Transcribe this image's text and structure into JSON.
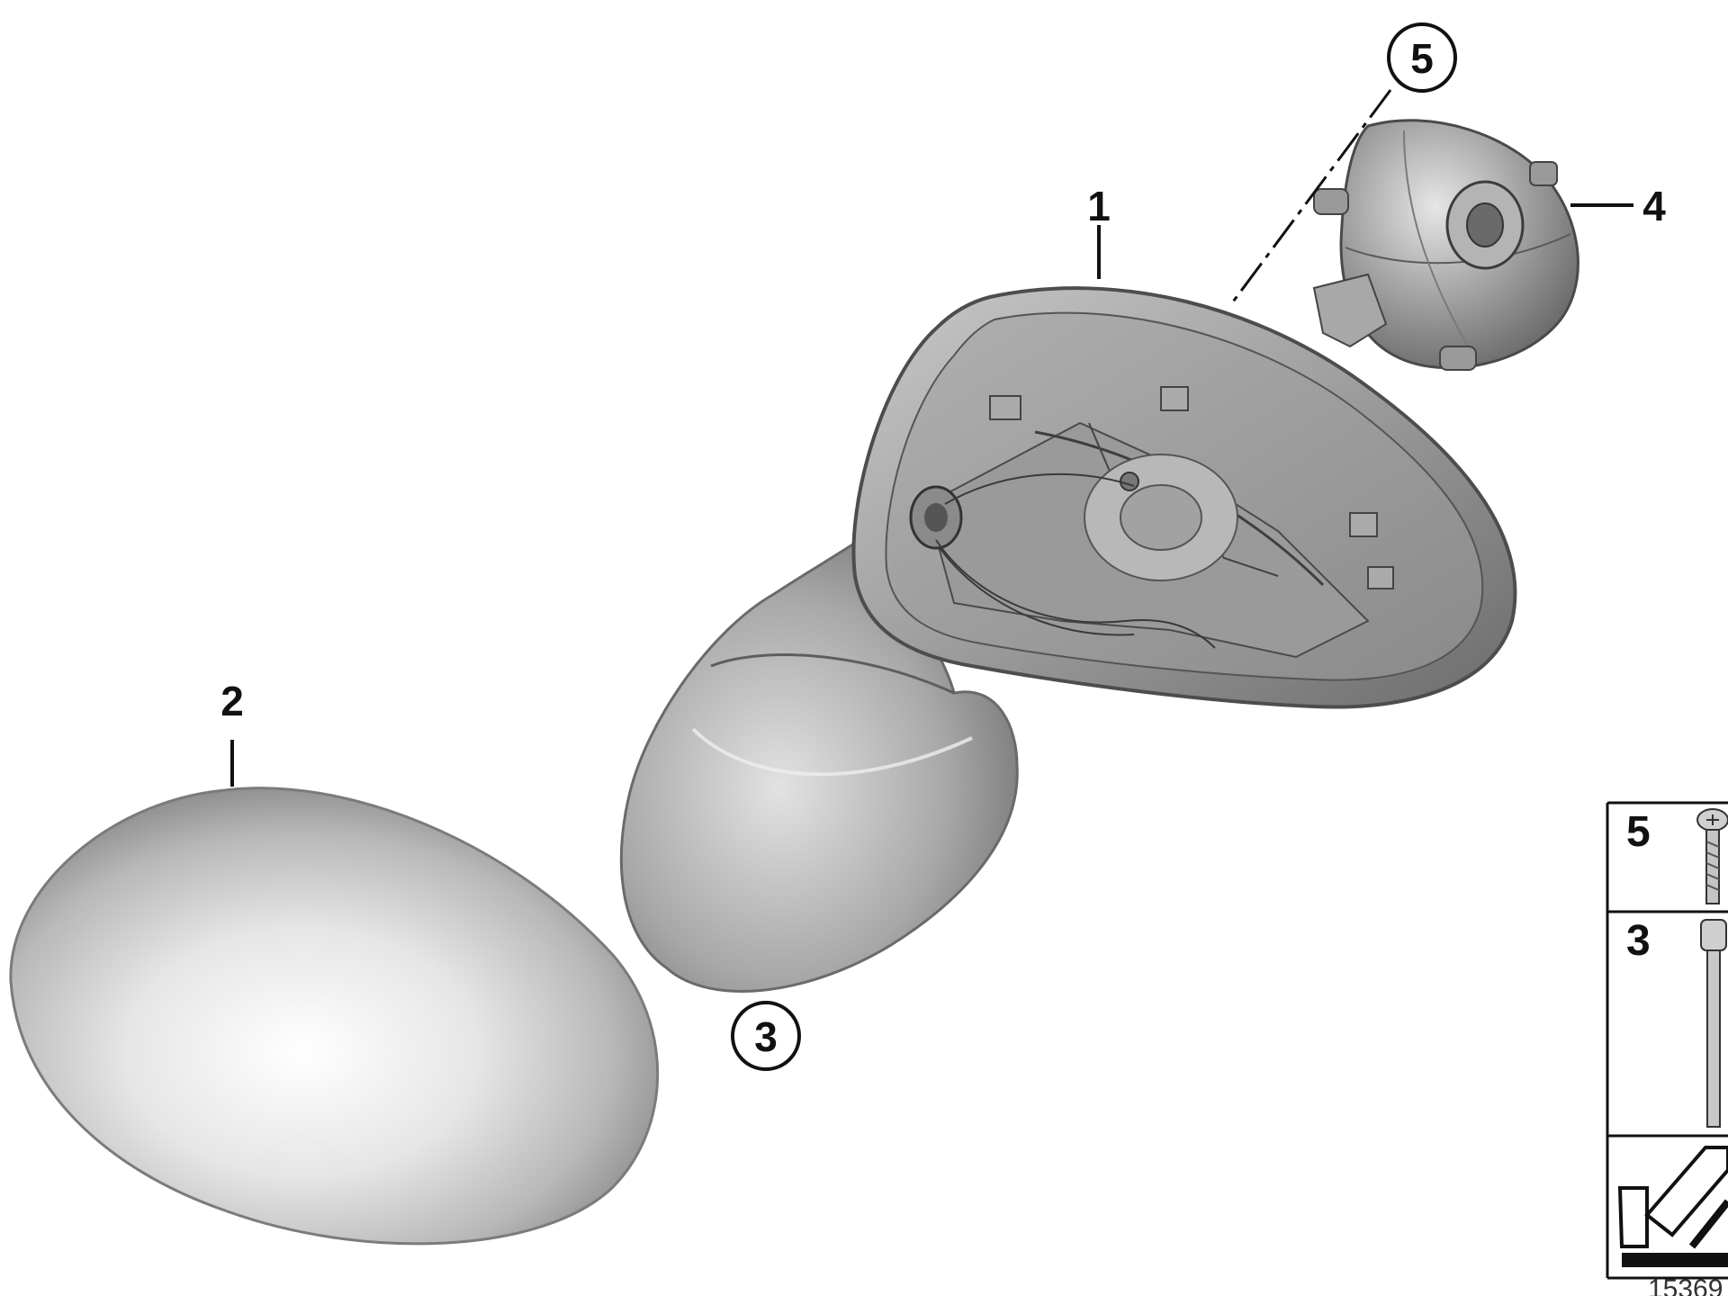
{
  "diagram": {
    "callouts": [
      {
        "id": "1",
        "label": "1",
        "circled": false
      },
      {
        "id": "2",
        "label": "2",
        "circled": false
      },
      {
        "id": "3",
        "label": "3",
        "circled": true
      },
      {
        "id": "4",
        "label": "4",
        "circled": false
      },
      {
        "id": "5",
        "label": "5",
        "circled": true
      }
    ],
    "legend": {
      "rows": [
        {
          "label": "5",
          "icon": "screw-icon"
        },
        {
          "label": "3",
          "icon": "bolt-icon"
        },
        {
          "label": "",
          "icon": "mounting-direction-icon"
        }
      ]
    },
    "figure_id": "15369",
    "colors": {
      "outline": "#111111",
      "part_light": "#d9d9d9",
      "part_dark": "#7a7a7a"
    }
  }
}
